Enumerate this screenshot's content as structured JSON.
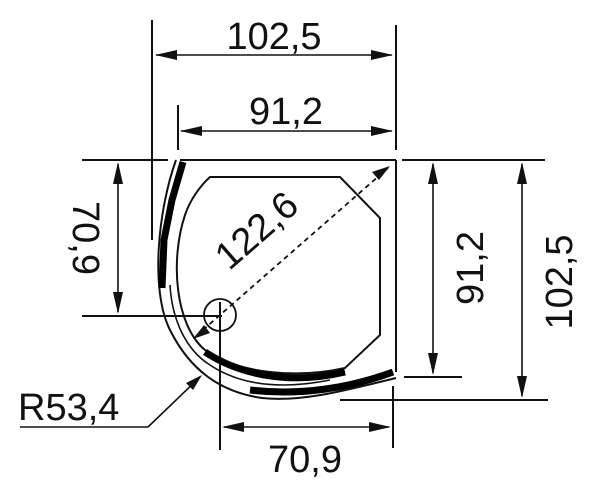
{
  "title": "Quarter-round shower tray dimension drawing",
  "colors": {
    "line": "#111111",
    "background": "#ffffff"
  },
  "dimensions": {
    "top_outer_width": "102,5",
    "top_inner_width": "91,2",
    "left_height": "70,9",
    "diagonal": "122,6",
    "right_inner_height": "91,2",
    "right_outer_height": "102,5",
    "bottom_width": "70,9",
    "radius": "R53,4"
  }
}
